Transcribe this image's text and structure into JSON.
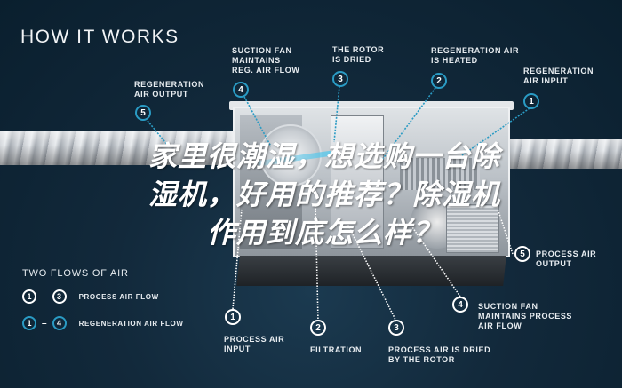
{
  "header": {
    "title": "HOW IT WORKS"
  },
  "colors": {
    "background": "#0d2535",
    "accent_blue": "#2a9bc4",
    "text": "#e8edf1",
    "overlay_text": "#ffffff"
  },
  "top_labels": [
    {
      "number": "5",
      "text": "REGENERATION\nAIR OUTPUT"
    },
    {
      "number": "4",
      "text": "SUCTION FAN\nMAINTAINS\nREG. AIR FLOW"
    },
    {
      "number": "3",
      "text": "THE ROTOR\nIS DRIED"
    },
    {
      "number": "2",
      "text": "REGENERATION AIR\nIS HEATED"
    },
    {
      "number": "1",
      "text": "REGENERATION\nAIR INPUT"
    }
  ],
  "bottom_labels": [
    {
      "number": "1",
      "text": "PROCESS AIR\nINPUT"
    },
    {
      "number": "2",
      "text": "FILTRATION"
    },
    {
      "number": "3",
      "text": "PROCESS AIR IS DRIED\nBY THE ROTOR"
    },
    {
      "number": "4",
      "text": "SUCTION FAN\nMAINTAINS PROCESS\nAIR FLOW"
    },
    {
      "number": "5",
      "text": "PROCESS AIR\nOUTPUT"
    }
  ],
  "legend": {
    "title": "TWO FLOWS OF AIR",
    "rows": [
      {
        "from": "1",
        "dash": "–",
        "to": "3",
        "label": "PROCESS AIR FLOW",
        "style": "white"
      },
      {
        "from": "1",
        "dash": "–",
        "to": "4",
        "label": "REGENERATION AIR FLOW",
        "style": "blue"
      }
    ]
  },
  "overlay": {
    "lines": [
      "家里很潮湿，想选购一台除",
      "湿机，好用的推荐？除湿机",
      "作用到底怎么样？"
    ]
  }
}
